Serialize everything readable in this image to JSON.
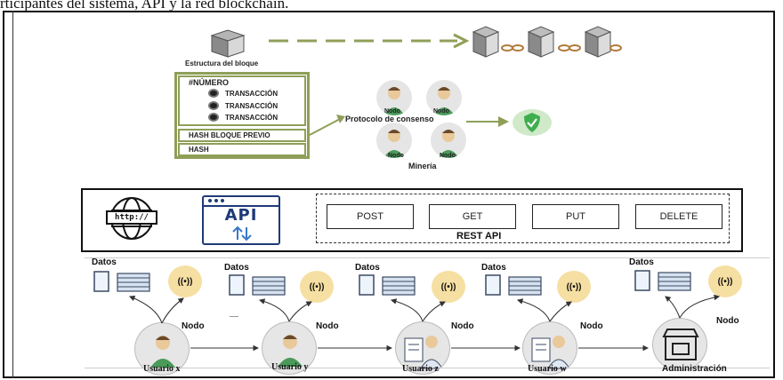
{
  "caption": "rticipantes del sistema, API y la red blockchain.",
  "block": {
    "title": "Estructura del bloque",
    "number_label": "#NÚMERO",
    "transactions": [
      "TRANSACCIÓN",
      "TRANSACCIÓN",
      "TRANSACCIÓN"
    ],
    "prev_hash": "HASH BLOQUE PREVIO",
    "hash": "HASH"
  },
  "consensus": {
    "label": "Protocolo de consenso",
    "node_labels": [
      "Nodo",
      "Nodo",
      "Nodo",
      "Nodo"
    ],
    "mining_label": "Minería"
  },
  "api": {
    "http_label": "http://",
    "api_label": "API",
    "methods": [
      "POST",
      "GET",
      "PUT",
      "DELETE"
    ],
    "rest_label": "REST API"
  },
  "network": {
    "datos_label": "Datos",
    "nodo_label": "Nodo",
    "signal_glyph": "((•))",
    "users": [
      "Usuario x",
      "Usuario y",
      "Usuario z",
      "Usuario w",
      "Administración"
    ]
  },
  "colors": {
    "green_accent": "#8f9f58",
    "check_green": "#3fae4f",
    "signal_yellow": "#f6dfa2"
  }
}
